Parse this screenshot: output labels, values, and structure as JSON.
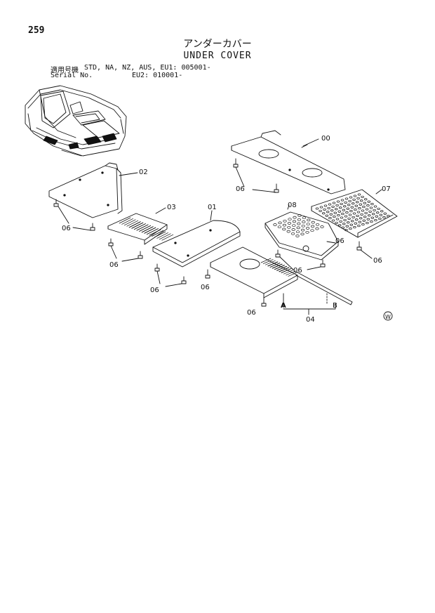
{
  "header": {
    "page_number": "259",
    "title_jp": "アンダーカバー",
    "title_en": "UNDER COVER",
    "serial_label_jp": "適用号機",
    "serial_label_en": "Serial No.",
    "serial_models": "STD, NA, NZ, AUS, EU1: 005001-",
    "serial_eu2": "EU2: 010001-"
  },
  "callouts": {
    "c00": "00",
    "c01": "01",
    "c02": "02",
    "c03": "03",
    "c04": "04",
    "c06": "06",
    "c07": "07",
    "c08": "08",
    "a": "A",
    "b": "B"
  },
  "mark": "W"
}
